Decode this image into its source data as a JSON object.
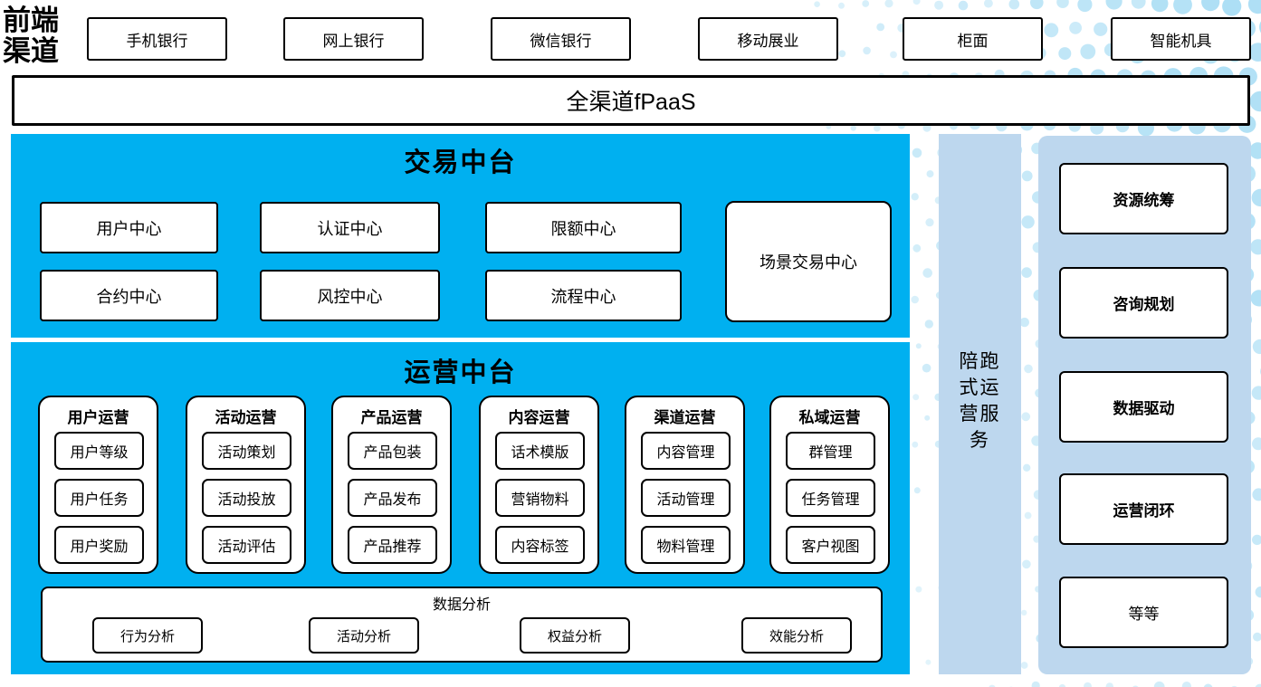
{
  "front_channels": {
    "label": "前端渠道",
    "channels": [
      "手机银行",
      "网上银行",
      "微信银行",
      "移动展业",
      "柜面",
      "智能机具"
    ]
  },
  "fpaas": {
    "label": "全渠道fPaaS"
  },
  "transaction_platform": {
    "title": "交易中台",
    "centers_row1": [
      "用户中心",
      "认证中心",
      "限额中心"
    ],
    "centers_row2": [
      "合约中心",
      "风控中心",
      "流程中心"
    ],
    "scenario_center": "场景交易中心"
  },
  "operation_platform": {
    "title": "运营中台",
    "groups": [
      {
        "title": "用户运营",
        "items": [
          "用户等级",
          "用户任务",
          "用户奖励"
        ]
      },
      {
        "title": "活动运营",
        "items": [
          "活动策划",
          "活动投放",
          "活动评估"
        ]
      },
      {
        "title": "产品运营",
        "items": [
          "产品包装",
          "产品发布",
          "产品推荐"
        ]
      },
      {
        "title": "内容运营",
        "items": [
          "话术模版",
          "营销物料",
          "内容标签"
        ]
      },
      {
        "title": "渠道运营",
        "items": [
          "内容管理",
          "活动管理",
          "物料管理"
        ]
      },
      {
        "title": "私域运营",
        "items": [
          "群管理",
          "任务管理",
          "客户视图"
        ]
      }
    ],
    "data_analysis": {
      "title": "数据分析",
      "items": [
        "行为分析",
        "活动分析",
        "权益分析",
        "效能分析"
      ]
    }
  },
  "side_service": {
    "label": "陪跑式运营服务"
  },
  "service_panel": {
    "items": [
      {
        "label": "资源统筹",
        "emphasis": true
      },
      {
        "label": "咨询规划",
        "emphasis": true
      },
      {
        "label": "数据驱动",
        "emphasis": true
      },
      {
        "label": "运营闭环",
        "emphasis": true
      },
      {
        "label": "等等",
        "emphasis": false
      }
    ]
  },
  "colors": {
    "accent_blue": "#00B0F0",
    "light_blue": "#BDD7EE",
    "dot_blue": "#9FD9F3",
    "border_black": "#000000"
  }
}
